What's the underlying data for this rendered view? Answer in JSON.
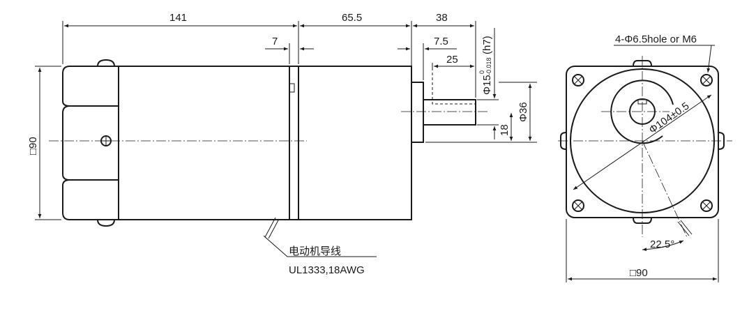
{
  "side_view": {
    "dim_total_length": "141",
    "dim_gearbox_length": "65.5",
    "dim_flange": "7",
    "dim_shaft_total": "38",
    "dim_pilot": "7.5",
    "dim_key_length": "25",
    "dim_shaft_dia": "Φ15",
    "dim_shaft_tol_upper": "0",
    "dim_shaft_tol_lower": "-0.018",
    "dim_shaft_fit": "(h7)",
    "dim_pilot_dia": "Φ36",
    "dim_shaft_offset": "18",
    "dim_square": "□90",
    "lead_wire_label": "电动机导线",
    "lead_wire_spec": "UL1333,18AWG"
  },
  "front_view": {
    "hole_label": "4-Φ6.5hole or M6",
    "pcd_label": "Φ104±0.5",
    "angle_label": "22.5°",
    "dim_square": "□90"
  }
}
